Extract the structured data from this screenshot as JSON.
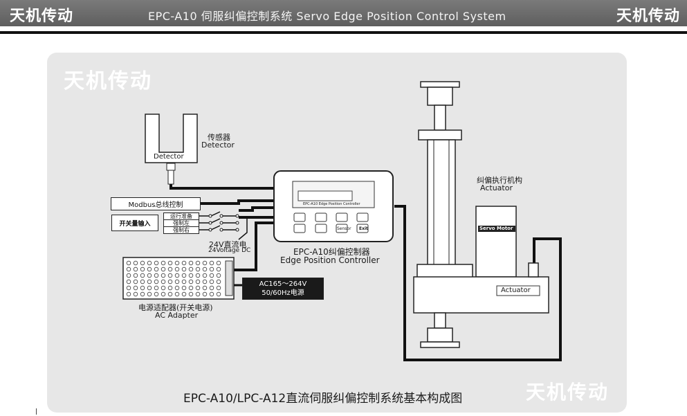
{
  "header": {
    "brand_left": "天机传动",
    "brand_right": "天机传动",
    "title": "EPC-A10 伺服纠偏控制系统  Servo Edge Position Control System"
  },
  "watermark": {
    "top_left": "天机传动",
    "bottom_right": "天机传动"
  },
  "detector": {
    "label_cn": "传感器",
    "label_en": "Detector",
    "body_text": "Detector"
  },
  "inputs": {
    "modbus": "Modbus总线控制",
    "switch_input": "开关量输入",
    "run_ready": "运行准备",
    "force_left": "强制左",
    "force_right": "强制右"
  },
  "dc24": {
    "label_cn": "24V直流电",
    "label_en": "24Voltage DC"
  },
  "controller": {
    "label_cn": "EPC-A10纠偏控制器",
    "label_en": "Edge Position Controller",
    "panel_text": "EPC-A10  Edge Position Controller",
    "key_sensor": "Sensor",
    "key_exit": "Exit"
  },
  "adapter": {
    "label_cn": "电源适配器(开关电源)",
    "label_en": "AC Adapter",
    "ac_line1": "AC165～264V",
    "ac_line2": "50/60Hz电源"
  },
  "actuator": {
    "label_cn": "纠偏执行机构",
    "label_en": "Actuator",
    "motor_label": "Servo Motor",
    "body_label": "Actuator"
  },
  "caption": "EPC-A10/LPC-A12直流伺服纠偏控制系统基本构成图",
  "colors": {
    "header": "#6b6b6b",
    "panel": "#e7e7e7",
    "line": "#111111"
  }
}
